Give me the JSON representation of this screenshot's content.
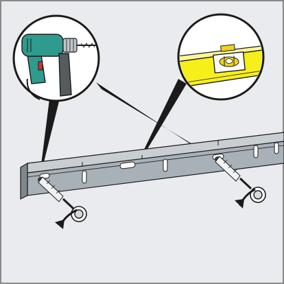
{
  "diagram": {
    "kind": "assembly-instruction",
    "step_callouts": [
      {
        "tool": "drill-icon"
      },
      {
        "tool": "spirit-level-icon"
      }
    ],
    "hardware": [
      "wall-rail",
      "wall-plug",
      "screw"
    ],
    "colors": {
      "wall": "#e9ebee",
      "outline": "#1b1b1b",
      "rail": "#a9b1b8",
      "rail_dark": "#7f878e",
      "drill_body": "#2f9a8e",
      "drill_accent": "#d8322b",
      "level_yellow": "#f7ef1a",
      "plug": "#f2f2f2"
    }
  }
}
